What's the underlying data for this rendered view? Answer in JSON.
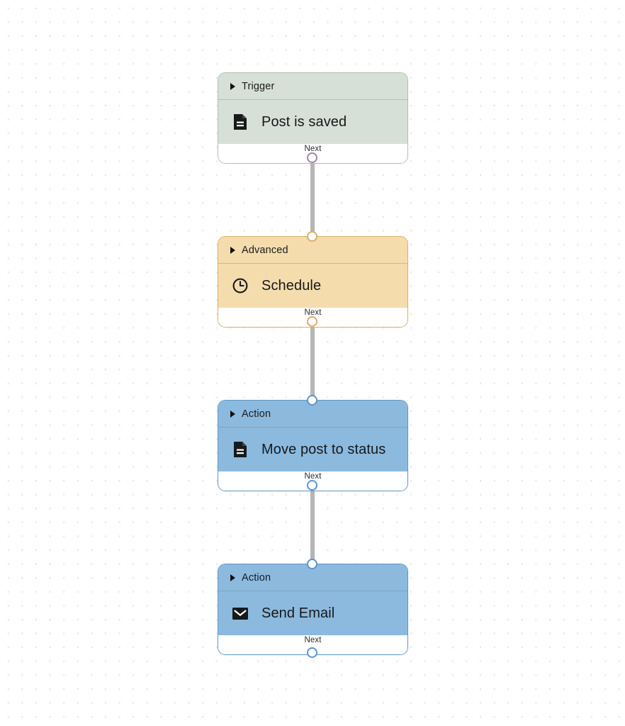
{
  "canvas": {
    "background_color": "#ffffff",
    "dot_color": "#e3e0e4"
  },
  "workflow": {
    "footer_label": "Next",
    "nodes": [
      {
        "category": "Trigger",
        "title": "Post is saved",
        "icon": "document-icon",
        "theme": "green",
        "header_color": "#d7e0d7",
        "border_color": "#b3bcb3",
        "output_port_color": "#a284ad"
      },
      {
        "category": "Advanced",
        "title": "Schedule",
        "icon": "clock-icon",
        "theme": "orange",
        "header_color": "#f4dcad",
        "border_color": "#d7ae6b",
        "output_port_color": "#d7ae6b"
      },
      {
        "category": "Action",
        "title": "Move post to status",
        "icon": "document-icon",
        "theme": "blue",
        "header_color": "#8cbade",
        "border_color": "#5b96c9",
        "output_port_color": "#5b96c9"
      },
      {
        "category": "Action",
        "title": "Send Email",
        "icon": "envelope-icon",
        "theme": "blue",
        "header_color": "#8cbade",
        "border_color": "#5b96c9",
        "output_port_color": "#5b96c9"
      }
    ],
    "edges": [
      {
        "from": "Post is saved",
        "to": "Schedule",
        "label": "Next"
      },
      {
        "from": "Schedule",
        "to": "Move post to status",
        "label": "Next"
      },
      {
        "from": "Move post to status",
        "to": "Send Email",
        "label": "Next"
      }
    ]
  }
}
